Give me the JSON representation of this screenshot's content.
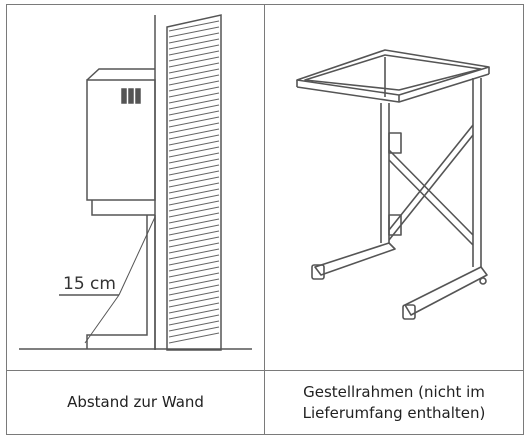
{
  "cells": [
    {
      "caption": "Abstand zur Wand",
      "annotations": {
        "distance_label": "15 cm"
      }
    },
    {
      "caption_lines": [
        "Gestellrahmen (nicht im",
        "Lieferumfang enthalten)"
      ]
    }
  ],
  "colors": {
    "line": "#555555",
    "border": "#7a7a7a"
  },
  "icons": [
    "wall-mounted-unit-icon",
    "wall-hatching-icon",
    "stand-frame-icon"
  ]
}
